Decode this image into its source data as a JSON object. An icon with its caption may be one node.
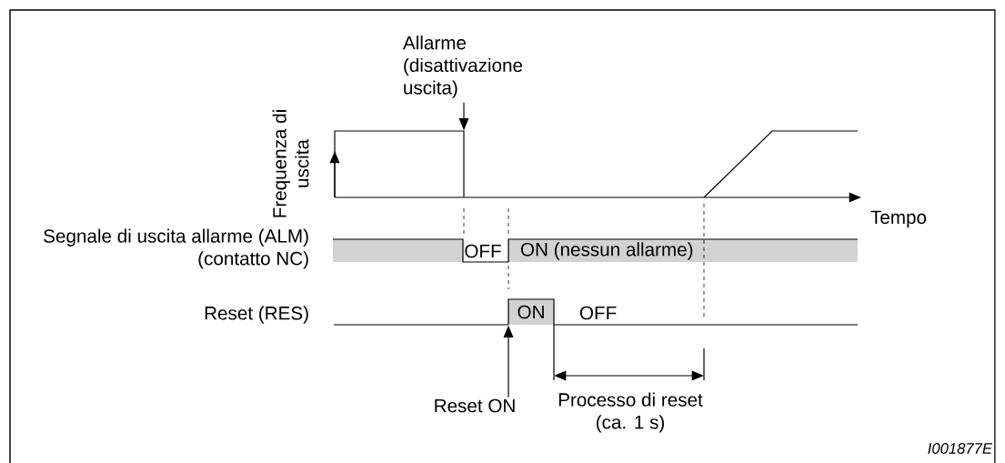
{
  "diagram": {
    "nodes": [
      {
        "text": [
          "Allarme (disattivazione uscita)"
        ]
      },
      {
        "text": [
          "Reset ON"
        ]
      },
      {
        "text": [],
        "shape": "line"
      },
      {
        "text": [],
        "shape": "line"
      }
    ],
    "edges": [
      {
        "from": 0,
        "to": 2,
        "arrow": "to"
      },
      {
        "from": 1,
        "to": 3,
        "arrow": "to"
      }
    ],
    "labels": [
      "Frequenza di uscita",
      "Tempo",
      "Segnale di uscita allarme (ALM) (contatto NC)",
      "OFF",
      "ON (nessun allarme)",
      "Reset (RES)",
      "ON",
      "OFF",
      "Processo di reset (ca. 1 s)",
      "I001877E"
    ]
  }
}
